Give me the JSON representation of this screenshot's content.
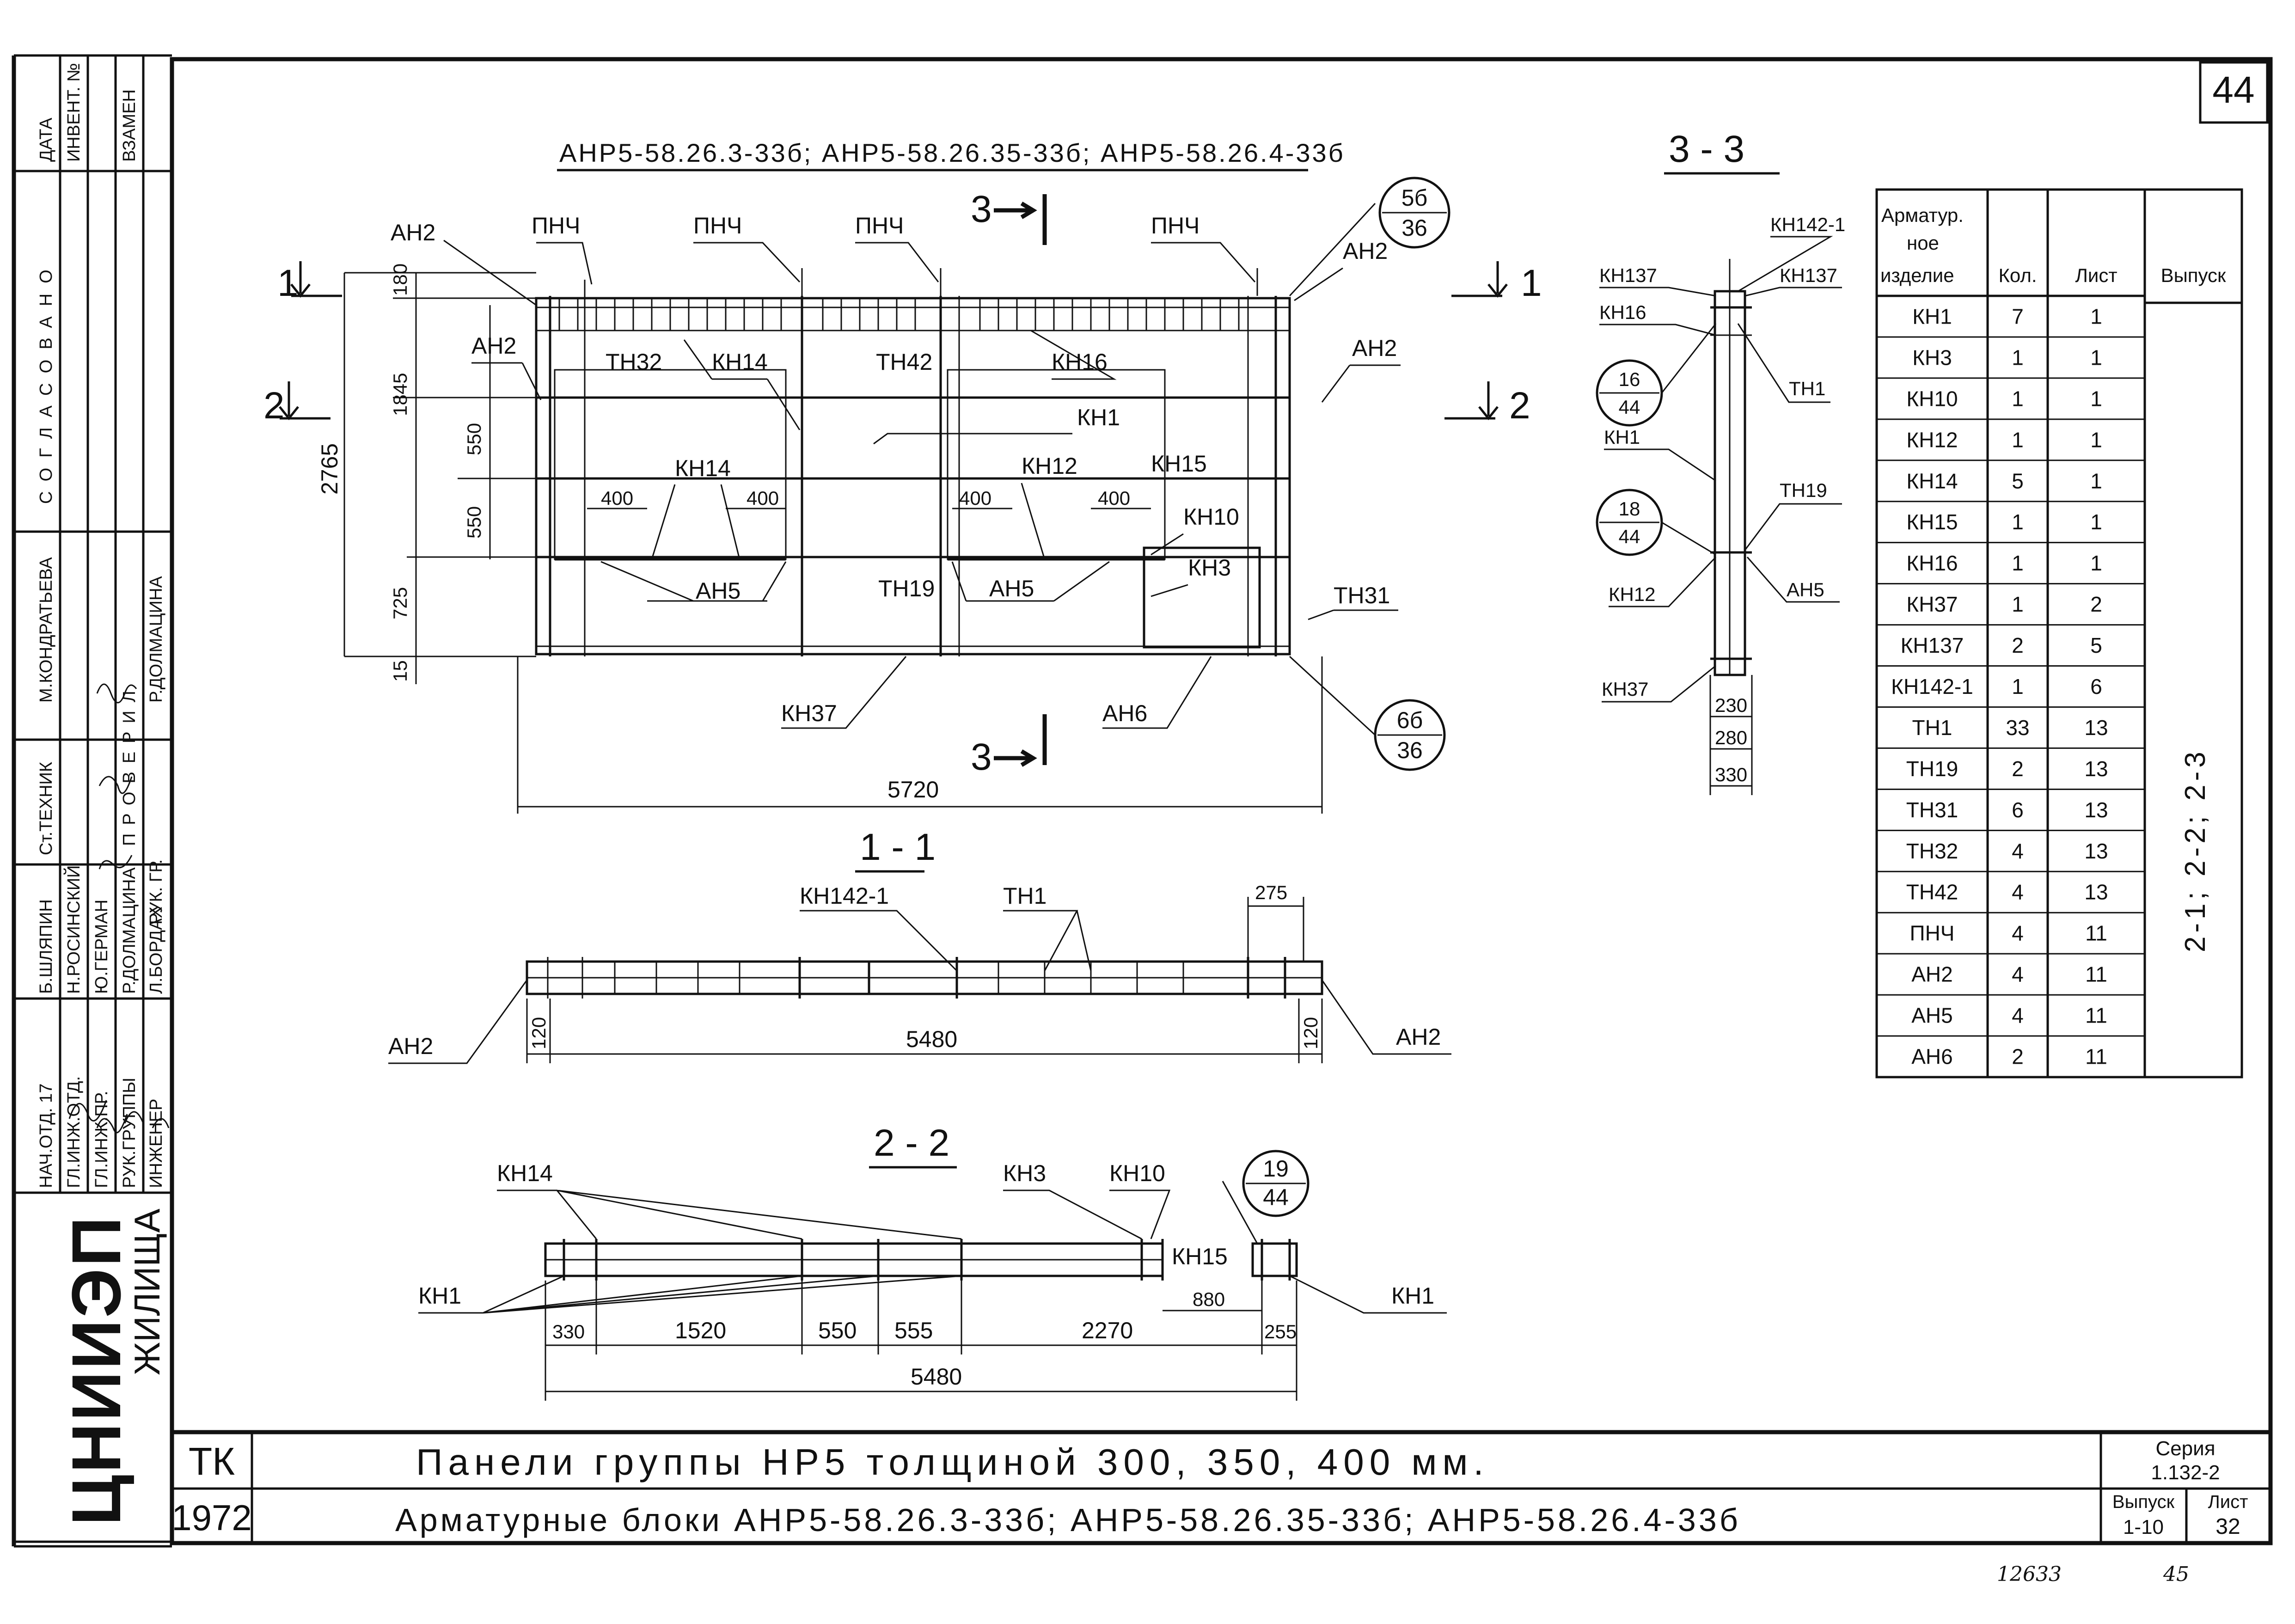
{
  "sheet": {
    "sheet_number": "44",
    "handwritten_bottom_left": "12633",
    "handwritten_bottom_right": "45"
  },
  "left_block": {
    "rotated_labels": {
      "data": "ДАТА",
      "invent": "ИНВЕНТ. №",
      "zamen": "ВЗАМЕН",
      "soglasovano": "СОГЛАСОВАНО",
      "kondrateva": "М.КОНДРАТЬЕВА",
      "dolmatsina_top": "Р.ДОЛМАЦИНА",
      "proveril": "ПРОВЕРИЛ",
      "ruk_gr": "РУК. ГР.",
      "st_tekhnik": "Ст.ТЕХНИК",
      "shlyapin": "Б.ШЛЯПИН",
      "rosinskiy": "Н.РОСИНСКИЙ",
      "german": "Ю.ГЕРМАН",
      "dolmatsina": "Р.ДОЛМАЦИНА",
      "bordakh": "Л.БОРДАХ",
      "nach_otd": "НАЧ.ОТД. 17",
      "gl_inzh_otd": "ГЛ.ИНЖ.ОТД.",
      "gl_inzh_pr": "ГЛ.ИНЖ.ПР.",
      "ruk_gruppy": "РУК.ГРУППЫ",
      "inzhener": "ИНЖЕНЕР",
      "zhilishcha": "ЖИЛИЩА",
      "logo": "ЦНИИЭП"
    }
  },
  "title_block": {
    "code": "ТК",
    "year": "1972",
    "line1": "Панели группы НР5 толщиной 300, 350, 400 мм.",
    "line2": "Арматурные блоки АНР5-58.26.3-33б; АНР5-58.26.35-33б; АНР5-58.26.4-33б",
    "seriya_label": "Серия",
    "seriya_value": "1.132-2",
    "vypusk_label": "Выпуск",
    "vypusk_value": "1-10",
    "list_label": "Лист",
    "list_value": "32"
  },
  "main_view": {
    "title": "АНР5-58.26.3-33б; АНР5-58.26.35-33б; АНР5-58.26.4-33б",
    "cut_marks": {
      "c1": "1",
      "c2": "2",
      "c3": "3"
    },
    "labels": {
      "AH2": "АН2",
      "PNCH": "ПНЧ",
      "TH32": "ТН32",
      "KH14": "КН14",
      "TH42": "ТН42",
      "KH16": "КН16",
      "KH1": "КН1",
      "KH12": "КН12",
      "KH15": "КН15",
      "KH10": "КН10",
      "KH3": "КН3",
      "AH5": "АН5",
      "TH19": "ТН19",
      "TH31": "ТН31",
      "KH37": "КН37",
      "AH6": "АН6"
    },
    "dims": {
      "d180": "180",
      "d1845": "1845",
      "d550a": "550",
      "d550b": "550",
      "d725": "725",
      "d15": "15",
      "d2765": "2765",
      "d400": "400",
      "d5720": "5720"
    },
    "callouts": {
      "c1_top": "5б",
      "c1_bot": "36",
      "c2_top": "6б",
      "c2_bot": "36"
    }
  },
  "section_11": {
    "title": "1 - 1",
    "labels": {
      "kh142": "КН142-1",
      "th1": "ТН1",
      "ah2": "АН2"
    },
    "dims": {
      "d275": "275",
      "d120": "120",
      "d5480": "5480"
    }
  },
  "section_22": {
    "title": "2 - 2",
    "labels": {
      "kh14": "КН14",
      "kh3": "КН3",
      "kh10": "КН10",
      "kh15": "КН15",
      "kh1": "КН1"
    },
    "callout": {
      "top": "19",
      "bot": "44"
    },
    "dims": {
      "d330": "330",
      "d1520": "1520",
      "d550": "550",
      "d555": "555",
      "d2270": "2270",
      "d880": "880",
      "d255": "255",
      "d5480": "5480"
    }
  },
  "section_33": {
    "title": "3 - 3",
    "labels": {
      "kh142": "КН142-1",
      "kh137": "КН137",
      "kh16": "КН16",
      "th1": "ТН1",
      "kh1": "КН1",
      "th19": "ТН19",
      "kh12": "КН12",
      "ah5": "АН5",
      "kh37": "КН37"
    },
    "callouts": {
      "a_top": "16",
      "a_bot": "44",
      "b_top": "18",
      "b_bot": "44"
    },
    "dims": {
      "d230": "230",
      "d280": "280",
      "d330": "330"
    }
  },
  "spec_table": {
    "headers": {
      "item": "Арматурное изделие",
      "qty": "Кол.",
      "sheet": "Лист",
      "issue": "Выпуск"
    },
    "issue_value": "2-1; 2-2; 2-3",
    "rows": [
      {
        "name": "КН1",
        "qty": "7",
        "sheet": "1"
      },
      {
        "name": "КН3",
        "qty": "1",
        "sheet": "1"
      },
      {
        "name": "КН10",
        "qty": "1",
        "sheet": "1"
      },
      {
        "name": "КН12",
        "qty": "1",
        "sheet": "1"
      },
      {
        "name": "КН14",
        "qty": "5",
        "sheet": "1"
      },
      {
        "name": "КН15",
        "qty": "1",
        "sheet": "1"
      },
      {
        "name": "КН16",
        "qty": "1",
        "sheet": "1"
      },
      {
        "name": "КН37",
        "qty": "1",
        "sheet": "2"
      },
      {
        "name": "КН137",
        "qty": "2",
        "sheet": "5"
      },
      {
        "name": "КН142-1",
        "qty": "1",
        "sheet": "6"
      },
      {
        "name": "ТН1",
        "qty": "33",
        "sheet": "13"
      },
      {
        "name": "ТН19",
        "qty": "2",
        "sheet": "13"
      },
      {
        "name": "ТН31",
        "qty": "6",
        "sheet": "13"
      },
      {
        "name": "ТН32",
        "qty": "4",
        "sheet": "13"
      },
      {
        "name": "ТН42",
        "qty": "4",
        "sheet": "13"
      },
      {
        "name": "ПНЧ",
        "qty": "4",
        "sheet": "11"
      },
      {
        "name": "АН2",
        "qty": "4",
        "sheet": "11"
      },
      {
        "name": "АН5",
        "qty": "4",
        "sheet": "11"
      },
      {
        "name": "АН6",
        "qty": "2",
        "sheet": "11"
      }
    ]
  }
}
